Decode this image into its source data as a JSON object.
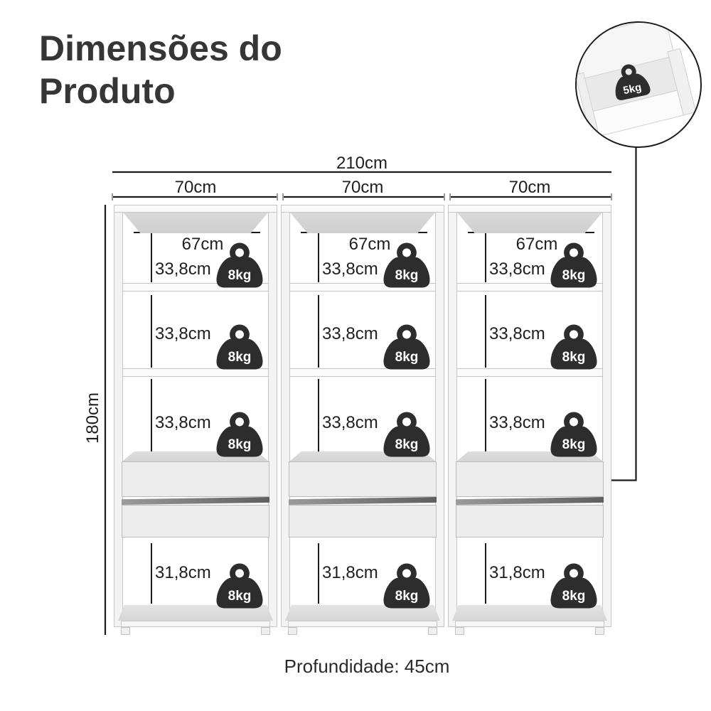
{
  "header": {
    "title_line1": "Dimensões do",
    "title_line2": "Produto"
  },
  "inset": {
    "drawer_capacity": "5kg"
  },
  "dimensions": {
    "total_width": "210cm",
    "height": "180cm",
    "depth": "Profundidade: 45cm"
  },
  "columns": [
    {
      "width": "70cm",
      "inner_width": "67cm",
      "sections": [
        {
          "height": "33,8cm",
          "capacity": "8kg"
        },
        {
          "height": "33,8cm",
          "capacity": "8kg"
        },
        {
          "height": "33,8cm",
          "capacity": "8kg"
        }
      ],
      "bottom_section": {
        "height": "31,8cm",
        "capacity": "8kg"
      }
    },
    {
      "width": "70cm",
      "inner_width": "67cm",
      "sections": [
        {
          "height": "33,8cm",
          "capacity": "8kg"
        },
        {
          "height": "33,8cm",
          "capacity": "8kg"
        },
        {
          "height": "33,8cm",
          "capacity": "8kg"
        }
      ],
      "bottom_section": {
        "height": "31,8cm",
        "capacity": "8kg"
      }
    },
    {
      "width": "70cm",
      "inner_width": "67cm",
      "sections": [
        {
          "height": "33,8cm",
          "capacity": "8kg"
        },
        {
          "height": "33,8cm",
          "capacity": "8kg"
        },
        {
          "height": "33,8cm",
          "capacity": "8kg"
        }
      ],
      "bottom_section": {
        "height": "31,8cm",
        "capacity": "8kg"
      }
    }
  ],
  "colors": {
    "dimension_line": "#1c1c1c",
    "weight_icon": "#2d2d2d",
    "title_text": "#363636"
  }
}
